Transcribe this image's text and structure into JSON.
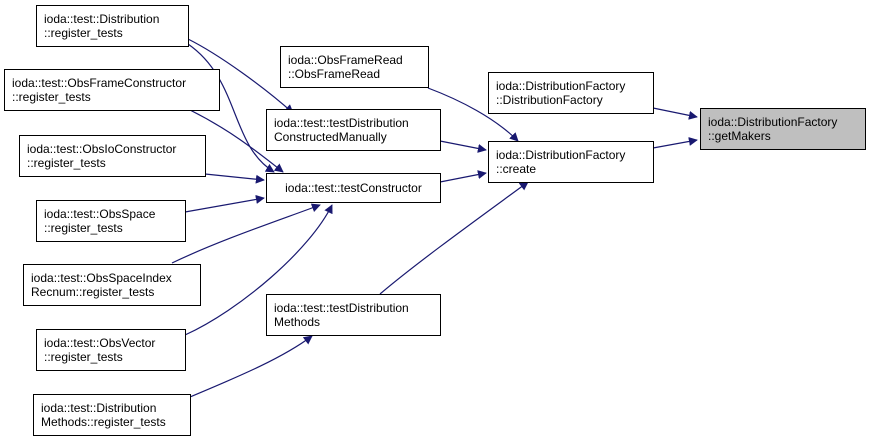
{
  "colors": {
    "edge": "#191970",
    "node_border": "#000000",
    "focus_fill": "#bfbfbf"
  },
  "nodes": {
    "getmakers": {
      "lines": [
        "ioda::DistributionFactory",
        "::getMakers"
      ]
    },
    "factory_ctor": {
      "lines": [
        "ioda::DistributionFactory",
        "::DistributionFactory"
      ]
    },
    "create": {
      "lines": [
        "ioda::DistributionFactory",
        "::create"
      ]
    },
    "obsframeread": {
      "lines": [
        "ioda::ObsFrameRead",
        "::ObsFrameRead"
      ]
    },
    "test_constructed_manually": {
      "lines": [
        "ioda::test::testDistribution",
        "ConstructedManually"
      ]
    },
    "test_constructor": {
      "lines": [
        "ioda::test::testConstructor"
      ]
    },
    "test_distribution_methods": {
      "lines": [
        "ioda::test::testDistribution",
        "Methods"
      ]
    },
    "distribution_register": {
      "lines": [
        "ioda::test::Distribution",
        "::register_tests"
      ]
    },
    "obsframeconstructor_register": {
      "lines": [
        "ioda::test::ObsFrameConstructor",
        "::register_tests"
      ]
    },
    "obsioconstructor_register": {
      "lines": [
        "ioda::test::ObsIoConstructor",
        "::register_tests"
      ]
    },
    "obsspace_register": {
      "lines": [
        "ioda::test::ObsSpace",
        "::register_tests"
      ]
    },
    "obsspaceindexrecnum_register": {
      "lines": [
        "ioda::test::ObsSpaceIndex",
        "Recnum::register_tests"
      ]
    },
    "obsvector_register": {
      "lines": [
        "ioda::test::ObsVector",
        "::register_tests"
      ]
    },
    "distributionmethods_register": {
      "lines": [
        "ioda::test::Distribution",
        "Methods::register_tests"
      ]
    }
  }
}
